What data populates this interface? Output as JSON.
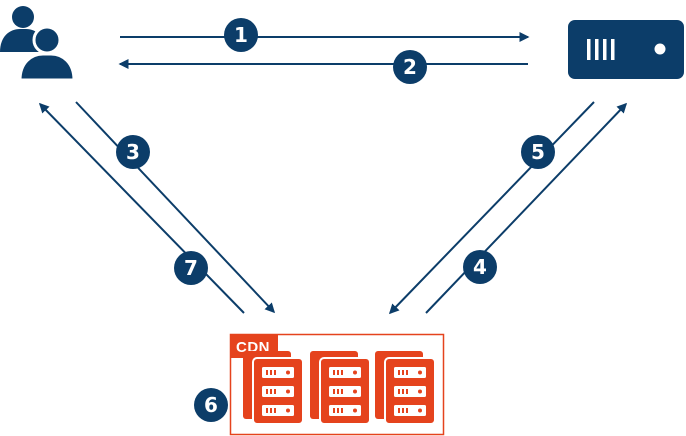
{
  "colors": {
    "primary": "#0c3d69",
    "accent": "#e5431d",
    "background": "#ffffff"
  },
  "icons": {
    "users": "users-icon",
    "server": "origin-server-icon",
    "cdn_node": "server-rack-icon"
  },
  "cdn": {
    "label": "CDN"
  },
  "steps": [
    {
      "id": "1",
      "label": "1"
    },
    {
      "id": "2",
      "label": "2"
    },
    {
      "id": "3",
      "label": "3"
    },
    {
      "id": "4",
      "label": "4"
    },
    {
      "id": "5",
      "label": "5"
    },
    {
      "id": "6",
      "label": "6"
    },
    {
      "id": "7",
      "label": "7"
    }
  ]
}
